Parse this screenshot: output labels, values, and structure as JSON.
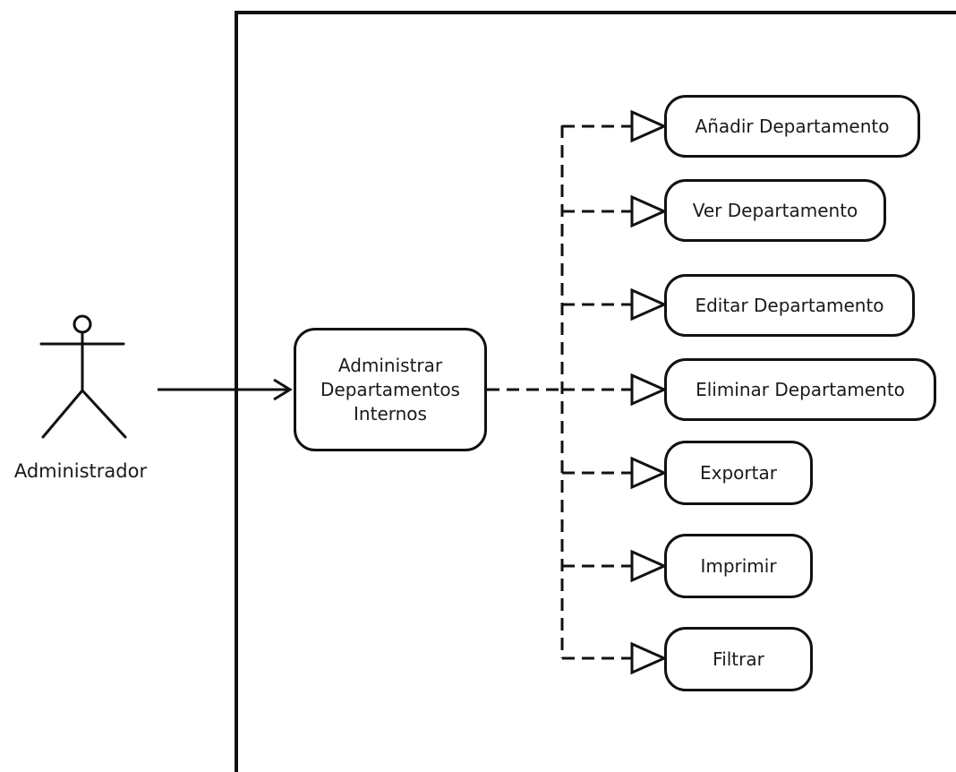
{
  "actor": {
    "name": "Administrador",
    "icon": "stick-figure-icon"
  },
  "main_use_case": {
    "label": "Administrar\nDepartamentos\nInternos"
  },
  "extension_use_cases": [
    {
      "label": "Añadir Departamento"
    },
    {
      "label": "Ver Departamento"
    },
    {
      "label": "Editar Departamento"
    },
    {
      "label": "Eliminar Departamento"
    },
    {
      "label": "Exportar"
    },
    {
      "label": "Imprimir"
    },
    {
      "label": "Filtrar"
    }
  ],
  "colors": {
    "stroke": "#111111",
    "background": "#ffffff"
  }
}
